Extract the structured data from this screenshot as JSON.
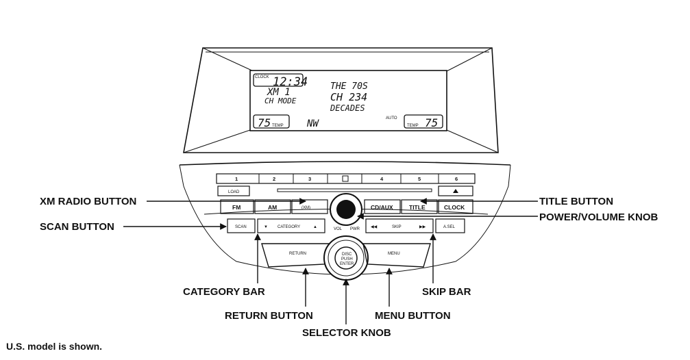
{
  "display": {
    "clock_tag": "CLOCK",
    "clock_time": "12:34",
    "source": "XM 1",
    "mode": "CH MODE",
    "song": "THE 70S",
    "channel": "CH 234",
    "category": "DECADES",
    "auto": "AUTO",
    "left_temp": "75",
    "right_temp": "75",
    "temp_tag": "TEMP",
    "fan": "NW"
  },
  "unit": {
    "presets": [
      "1",
      "2",
      "3",
      "4",
      "5",
      "6"
    ],
    "load": "LOAD",
    "fm": "FM",
    "am": "AM",
    "xm": "(XM)",
    "cd_aux": "CD/AUX",
    "title": "TITLE",
    "clock": "CLOCK",
    "scan": "SCAN",
    "category": "CATEGORY",
    "vol": "VOL",
    "pwr": "PWR",
    "skip": "SKIP",
    "a_sel": "A.SEL",
    "return": "RETURN",
    "menu": "MENU",
    "sel_knob": [
      "DISC",
      "PUSH",
      "ENTER"
    ]
  },
  "callouts": {
    "xm_radio_button": "XM RADIO BUTTON",
    "scan_button": "SCAN BUTTON",
    "category_bar": "CATEGORY BAR",
    "return_button": "RETURN BUTTON",
    "selector_knob": "SELECTOR KNOB",
    "menu_button": "MENU BUTTON",
    "skip_bar": "SKIP BAR",
    "title_button": "TITLE BUTTON",
    "power_volume_knob": "POWER/VOLUME KNOB"
  },
  "note": "U.S. model is shown."
}
